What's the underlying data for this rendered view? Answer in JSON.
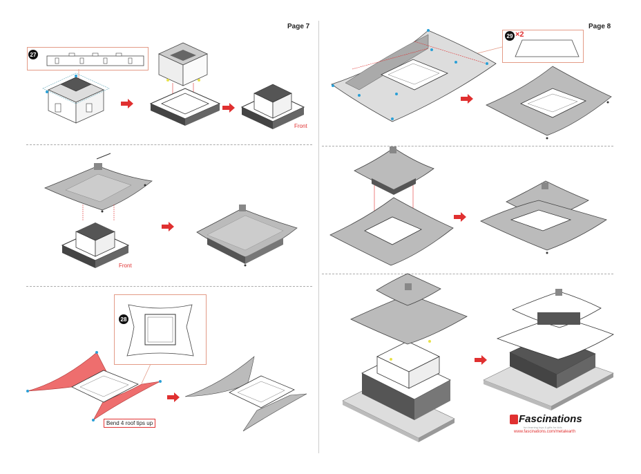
{
  "pages": {
    "left": {
      "page_label": "Page 7"
    },
    "right": {
      "page_label": "Page 8"
    }
  },
  "steps": {
    "step27": {
      "number": "27"
    },
    "step28": {
      "number": "28"
    },
    "step29": {
      "number": "29",
      "multiplier": "×2"
    }
  },
  "labels": {
    "front_1": "Front",
    "front_2": "Front",
    "bend_tips": "Bend 4 roof tips up"
  },
  "brand": {
    "name": "Fascinations",
    "tagline": "fun learning toys & gifts for kids",
    "url": "www.fascinations.com/metalearth"
  },
  "colors": {
    "accent_red": "#e03030",
    "callout_border": "#e39a86",
    "roof_gray": "#b8b8b8",
    "highlight_red": "#ee6e6e",
    "tab_blue": "#2a9fd6"
  }
}
